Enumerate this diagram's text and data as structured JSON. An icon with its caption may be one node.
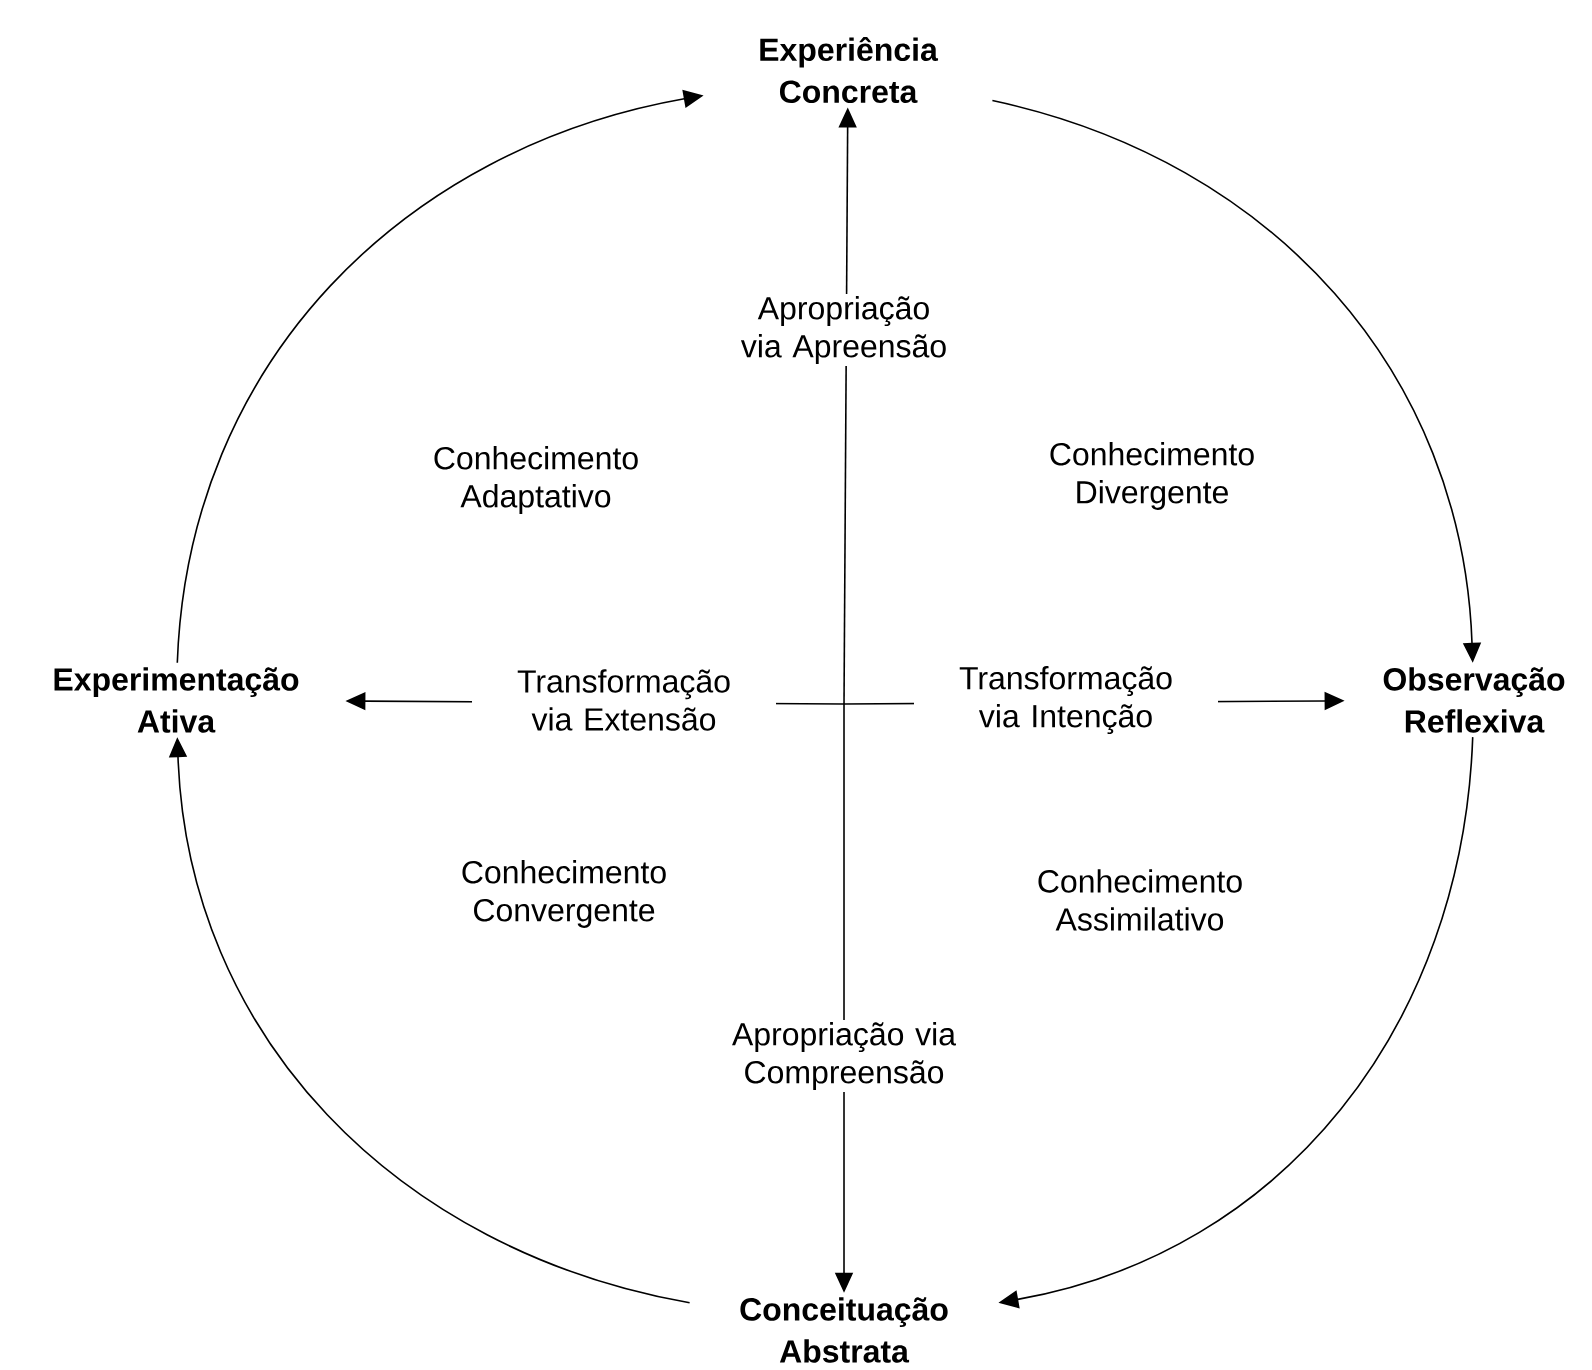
{
  "diagram": {
    "nodes": [
      {
        "text": [
          "Experiência Concreta"
        ]
      },
      {
        "text": [
          "Observação Reflexiva"
        ]
      },
      {
        "text": [
          "Conceituação Abstrata"
        ]
      },
      {
        "text": [
          "Experimentação Ativa"
        ]
      }
    ],
    "edges": [
      {
        "from": 0,
        "to": 1,
        "arrow": "to"
      },
      {
        "from": 1,
        "to": 2,
        "arrow": "to"
      },
      {
        "from": 2,
        "to": 3,
        "arrow": "to"
      },
      {
        "from": 3,
        "to": 0,
        "arrow": "to"
      },
      {
        "from": null,
        "to": 0,
        "arrow": "to",
        "label": "Apropriação via Apreensão"
      },
      {
        "from": null,
        "to": 1,
        "arrow": "to",
        "label": "Transformação via Intenção"
      },
      {
        "from": null,
        "to": 2,
        "arrow": "to",
        "label": "Apropriação via Compreensão"
      },
      {
        "from": null,
        "to": 3,
        "arrow": "to",
        "label": "Transformação via Extensão"
      }
    ],
    "labels": [
      "Conhecimento Adaptativo",
      "Conhecimento Divergente",
      "Conhecimento Convergente",
      "Conhecimento Assimilativo"
    ]
  }
}
